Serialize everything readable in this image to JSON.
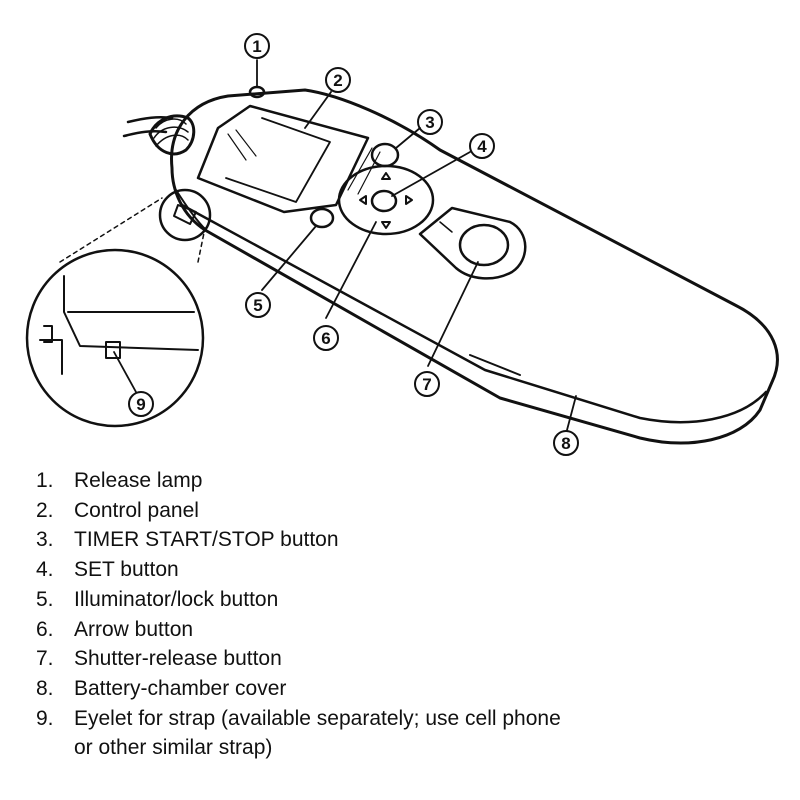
{
  "callouts": [
    {
      "number": "1",
      "label": "Release lamp"
    },
    {
      "number": "2",
      "label": "Control panel"
    },
    {
      "number": "3",
      "label": "TIMER START/STOP button"
    },
    {
      "number": "4",
      "label": "SET button"
    },
    {
      "number": "5",
      "label": "Illuminator/lock button"
    },
    {
      "number": "6",
      "label": "Arrow button"
    },
    {
      "number": "7",
      "label": "Shutter-release button"
    },
    {
      "number": "8",
      "label": "Battery-chamber cover"
    },
    {
      "number": "9",
      "label": "Eyelet for strap (available separately; use cell phone",
      "label_cont": "or other similar strap)"
    }
  ],
  "legend": [
    {
      "number": "1.",
      "text": "Release lamp"
    },
    {
      "number": "2.",
      "text": "Control panel"
    },
    {
      "number": "3.",
      "text": "TIMER START/STOP button"
    },
    {
      "number": "4.",
      "text": "SET button"
    },
    {
      "number": "5.",
      "text": "Illuminator/lock button"
    },
    {
      "number": "6.",
      "text": "Arrow button"
    },
    {
      "number": "7.",
      "text": "Shutter-release button"
    },
    {
      "number": "8.",
      "text": "Battery-chamber cover"
    },
    {
      "number": "9.",
      "text": "Eyelet for strap (available separately; use cell phone"
    },
    {
      "number": "",
      "text": "or other similar strap)"
    }
  ]
}
